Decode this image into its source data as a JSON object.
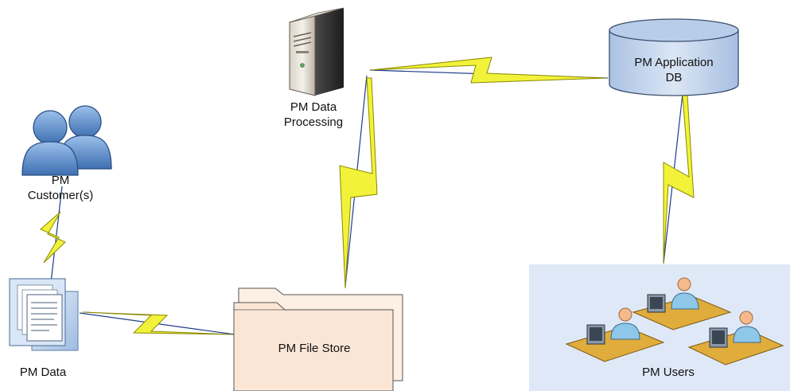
{
  "nodes": {
    "customers": {
      "line1": "PM",
      "line2": "Customer(s)"
    },
    "data_processing": {
      "line1": "PM Data",
      "line2": "Processing"
    },
    "application_db": {
      "line1": "PM Application",
      "line2": "DB"
    },
    "data": {
      "label": "PM Data"
    },
    "file_store": {
      "label": "PM File Store"
    },
    "users": {
      "label": "PM Users"
    }
  },
  "colors": {
    "lightning_fill": "#f2f23a",
    "lightning_stroke": "#8a8a00",
    "connector": "#1f3c88",
    "people_blue": "#5b8cc8",
    "db_fill": "#c6d7ee",
    "folder_fill": "#fbe6d6",
    "users_panel": "#dfe8f6",
    "desk": "#e0ac3c",
    "user_skin": "#f5b98a",
    "user_shirt": "#8fc7e8"
  },
  "edges": [
    {
      "from": "customers",
      "to": "data"
    },
    {
      "from": "data",
      "to": "file_store"
    },
    {
      "from": "file_store",
      "to": "data_processing"
    },
    {
      "from": "data_processing",
      "to": "application_db"
    },
    {
      "from": "application_db",
      "to": "users"
    }
  ]
}
